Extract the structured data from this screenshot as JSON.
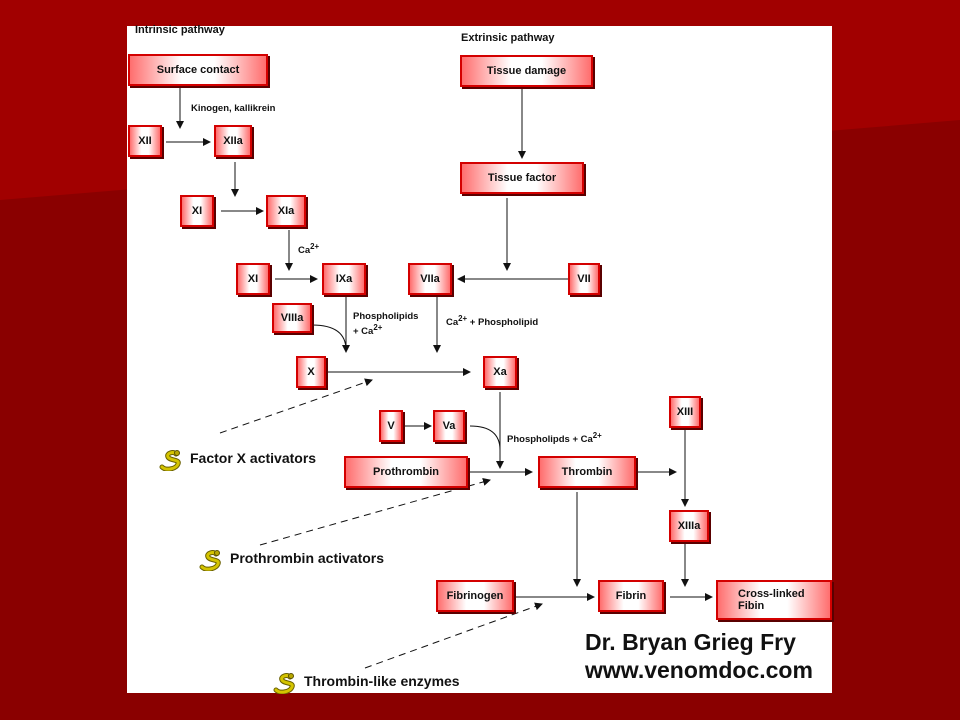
{
  "headers": {
    "intrinsic": "Intrinsic pathway",
    "extrinsic": "Extrinsic pathway"
  },
  "boxes": {
    "surface_contact": "Surface contact",
    "tissue_damage": "Tissue damage",
    "tissue_factor": "Tissue factor",
    "xii": "XII",
    "xiia": "XIIa",
    "xi_1": "XI",
    "xia": "XIa",
    "xi_2": "XI",
    "ixa": "IXa",
    "viia": "VIIa",
    "vii": "VII",
    "viiia": "VIIIa",
    "x": "X",
    "xa": "Xa",
    "v": "V",
    "va": "Va",
    "xiii": "XIII",
    "prothrombin": "Prothrombin",
    "thrombin": "Thrombin",
    "xiiia": "XIIIa",
    "fibrinogen": "Fibrinogen",
    "fibrin": "Fibrin",
    "crosslinked_line1": "Cross-linked",
    "crosslinked_line2": "Fibin"
  },
  "labels": {
    "kinogen": "Kinogen, kallikrein",
    "ca_1": "Ca",
    "ca_1_sup": "2+",
    "phospholipids_line1": "Phospholipids",
    "phospholipids_line2": "+ Ca",
    "phospholipids_line2_sup": "2+",
    "ca_phospholipid": "Ca",
    "ca_phospholipid_sup": "2+",
    "ca_phospholipid_rest": " + Phospholipid",
    "phospholipds_ca": "Phospholipds + Ca",
    "phospholipds_ca_sup": "2+"
  },
  "venoms": {
    "factor_x": "Factor X activators",
    "prothrombin": "Prothrombin activators",
    "thrombin_like": "Thrombin-like enzymes"
  },
  "credit": {
    "name": "Dr. Bryan Grieg Fry",
    "url": "www.venomdoc.com"
  },
  "colors": {
    "background": "#8a0000",
    "box_border": "#d40000",
    "box_gradient": "#ff6e6e",
    "snake": "#d4c400"
  },
  "icons": [
    "snake-icon"
  ]
}
